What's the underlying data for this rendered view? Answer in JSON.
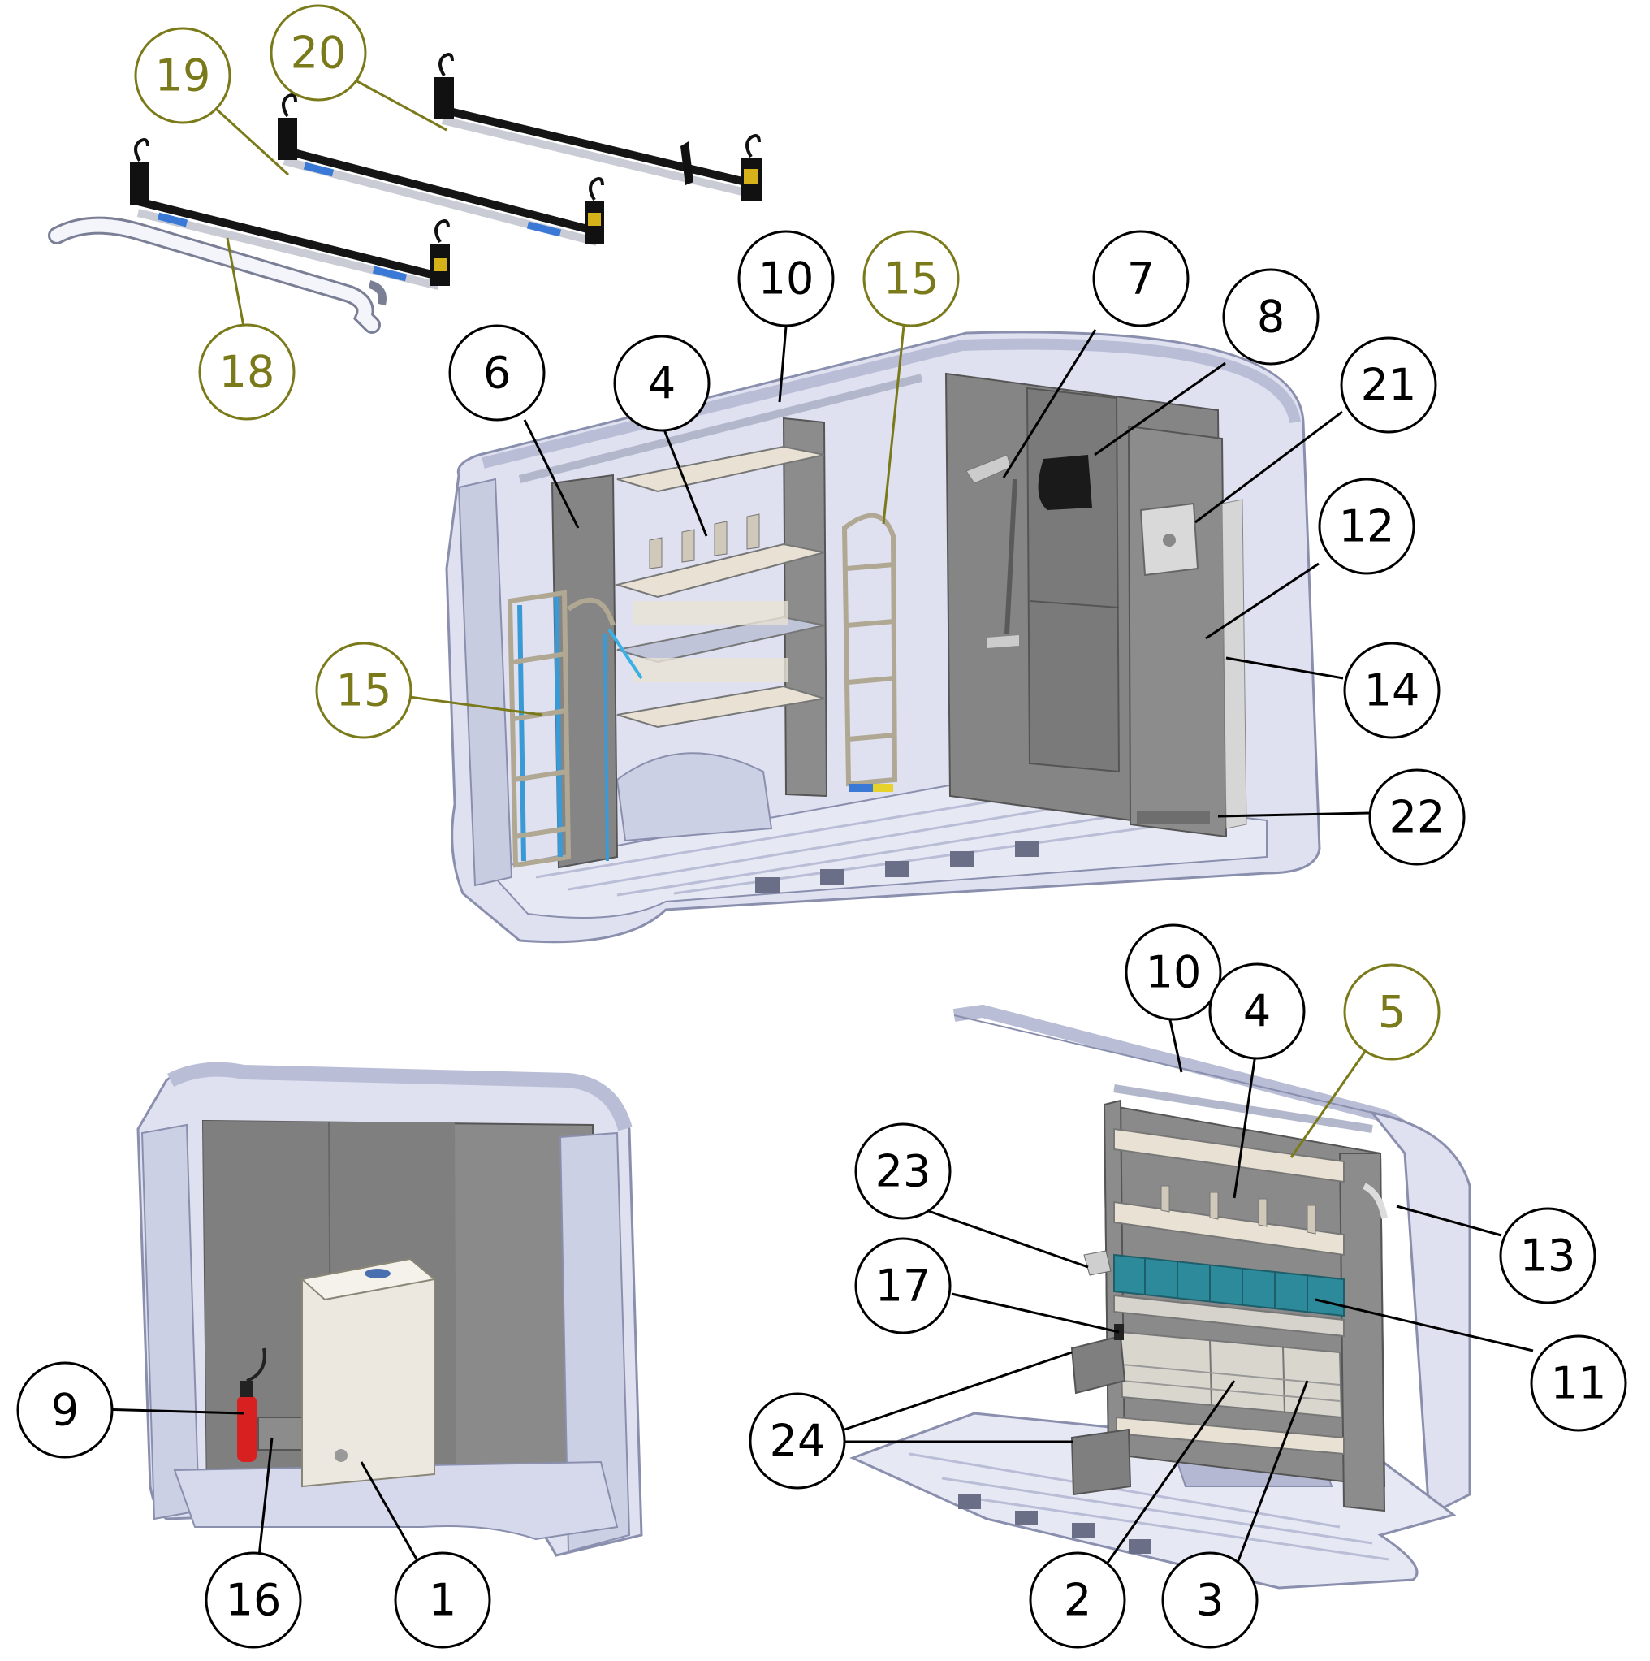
{
  "callouts": {
    "c1": "1",
    "c2": "2",
    "c3": "3",
    "c4a": "4",
    "c4b": "4",
    "c5": "5",
    "c6": "6",
    "c7": "7",
    "c8": "8",
    "c9": "9",
    "c10a": "10",
    "c10b": "10",
    "c11": "11",
    "c12": "12",
    "c13": "13",
    "c14": "14",
    "c15a": "15",
    "c15b": "15",
    "c16": "16",
    "c17": "17",
    "c18": "18",
    "c19": "19",
    "c20": "20",
    "c21": "21",
    "c22": "22",
    "c23": "23",
    "c24": "24"
  },
  "colors": {
    "van_body": "#dfe1f0",
    "van_body_shade": "#b9bdd6",
    "van_outline": "#8a8fae",
    "panel_gray": "#858585",
    "panel_dark": "#6e6e6e",
    "shelf_tan": "#e9e2d4",
    "bin_teal": "#2d8a9a",
    "accent_olive": "#7a7a1a",
    "callout_black": "#000000",
    "extinguisher_red": "#d82020",
    "tank_beige": "#ece8df",
    "rack_black": "#151515",
    "rack_silver": "#c9ccd4",
    "hook_yellow": "#d6b21a",
    "ladder_blue": "#3a9ad6"
  }
}
